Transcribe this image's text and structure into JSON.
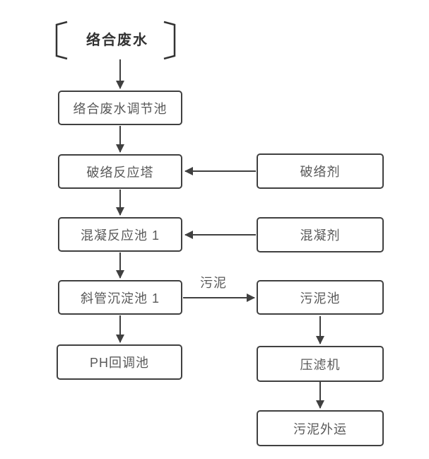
{
  "diagram": {
    "nodes": {
      "source": "络合废水",
      "regulation_pool": "络合废水调节池",
      "breaking_tower": "破络反应塔",
      "breaking_agent": "破络剂",
      "coagulation_pool_1": "混凝反应池 1",
      "coagulant": "混凝剂",
      "sedimentation_pool_1": "斜管沉淀池 1",
      "sludge_pool": "污泥池",
      "ph_adjust_pool": "PH回调池",
      "filter_press": "压滤机",
      "sludge_outbound": "污泥外运"
    },
    "edge_labels": {
      "sludge": "污泥"
    },
    "colors": {
      "node_border": "#404040",
      "node_text": "#595959",
      "title_text": "#333333",
      "arrow": "#404040",
      "background": "#ffffff"
    }
  }
}
